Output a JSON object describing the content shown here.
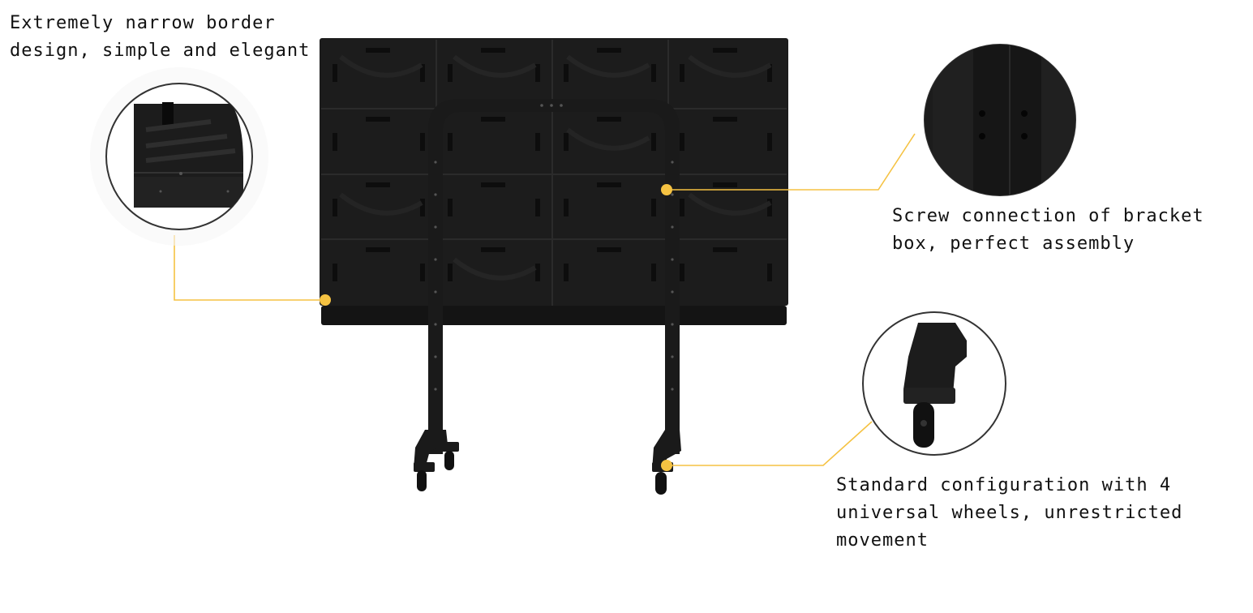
{
  "features": [
    {
      "id": "narrow-border",
      "caption": "Extremely narrow border\ndesign, simple and elegant"
    },
    {
      "id": "screw-connection",
      "caption": "Screw connection of bracket\nbox, perfect assembly"
    },
    {
      "id": "universal-wheels",
      "caption": "Standard configuration with 4\nuniversal wheels, unrestricted\nmovement"
    }
  ],
  "colors": {
    "accent": "#f5c242",
    "product": "#1a1a1a",
    "callout_ring": "#333333"
  }
}
